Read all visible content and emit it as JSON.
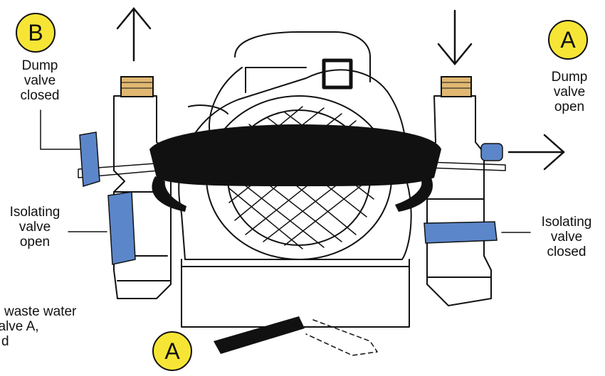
{
  "colors": {
    "badge_fill": "#f7e536",
    "valve_blue": "#5b86c9",
    "brass": "#e0b872",
    "band_black": "#111111"
  },
  "badges": {
    "b": "B",
    "a_top": "A",
    "a_bottom": "A"
  },
  "labels": {
    "dump_closed": [
      "Dump",
      "valve",
      "closed"
    ],
    "dump_open": [
      "Dump",
      "valve",
      "open"
    ],
    "isolating_open": [
      "Isolating",
      "valve",
      "open"
    ],
    "isolating_closed": [
      "Isolating",
      "valve",
      "closed"
    ]
  },
  "note_cutoff": [
    "waste water",
    "valve A,",
    "d"
  ],
  "icons": {
    "arrow_up": "arrow-up-icon",
    "arrow_down": "arrow-down-icon",
    "arrow_right": "arrow-right-icon"
  }
}
